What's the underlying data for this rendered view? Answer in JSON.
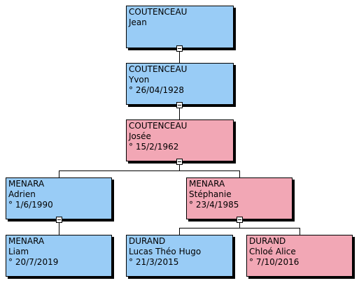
{
  "colors": {
    "male": "#99ccf6",
    "female": "#f2a7b5"
  },
  "persons": [
    {
      "surname": "COUTENCEAU",
      "given": "Jean",
      "date": "",
      "gender": "male"
    },
    {
      "surname": "COUTENCEAU",
      "given": "Yvon",
      "date": "° 26/04/1928",
      "gender": "male"
    },
    {
      "surname": "COUTENCEAU",
      "given": "Josée",
      "date": "° 15/2/1962",
      "gender": "female"
    },
    {
      "surname": "MENARA",
      "given": "Adrien",
      "date": "° 1/6/1990",
      "gender": "male"
    },
    {
      "surname": "MENARA",
      "given": "Stéphanie",
      "date": "° 23/4/1985",
      "gender": "female"
    },
    {
      "surname": "MENARA",
      "given": "Liam",
      "date": "° 20/7/2019",
      "gender": "male"
    },
    {
      "surname": "DURAND",
      "given": "Lucas Théo Hugo",
      "date": "° 21/3/2015",
      "gender": "male"
    },
    {
      "surname": "DURAND",
      "given": "Chloé Alice",
      "date": "° 7/10/2016",
      "gender": "female"
    }
  ],
  "toggles": [
    "collapse-icon",
    "collapse-icon",
    "collapse-icon",
    "collapse-icon",
    "collapse-icon"
  ]
}
